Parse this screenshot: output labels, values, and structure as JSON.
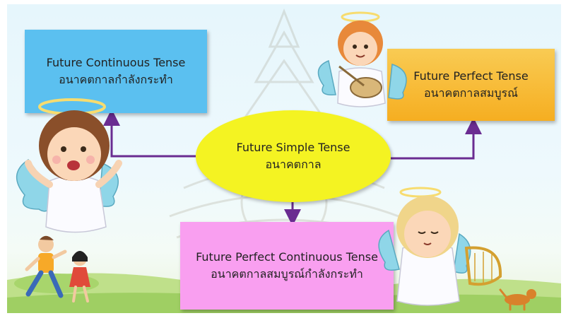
{
  "central": {
    "title": "Future Simple Tense",
    "subtitle": "อนาคตกาล"
  },
  "boxes": {
    "continuous": {
      "title": "Future Continuous Tense",
      "subtitle": "อนาคตกาลกำลังกระทำ"
    },
    "perfect": {
      "title": "Future Perfect Tense",
      "subtitle": "อนาคตกาลสมบูรณ์"
    },
    "perfect_continuous": {
      "title": "Future Perfect Continuous Tense",
      "subtitle": "อนาคตกาลสมบูรณ์กำลังกระทำ"
    }
  },
  "colors": {
    "continuous_box": "#5bc0f0",
    "perfect_box": "#f6ae21",
    "perfect_continuous_box": "#f99ff0",
    "central_ellipse": "#f4f322",
    "connector": "#6a2c91"
  },
  "decorations": [
    "angel-boy-icon",
    "angel-drum-icon",
    "angel-harp-icon",
    "children-running-icon",
    "dog-icon",
    "temple-watermark-icon"
  ]
}
